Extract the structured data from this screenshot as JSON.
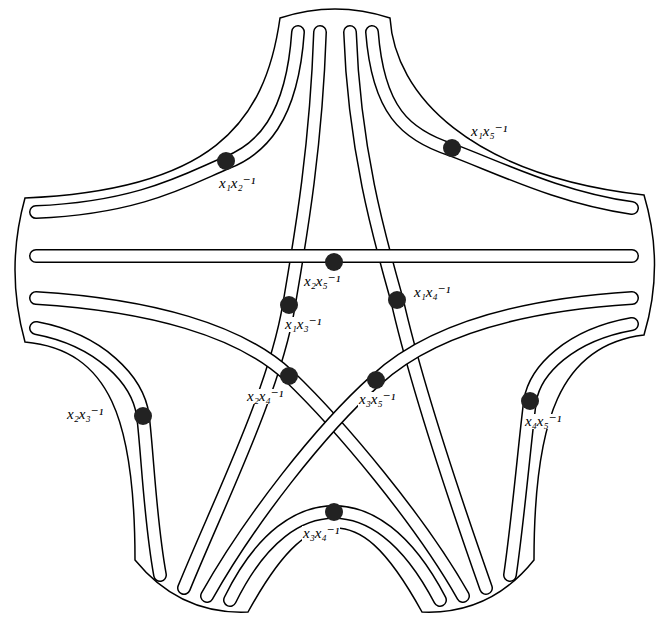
{
  "diagram": {
    "labels": [
      "x₁x₅⁻¹",
      "x₁x₂⁻¹",
      "x₂x₅⁻¹",
      "x₁x₄⁻¹",
      "x₁x₃⁻¹",
      "x₂x₄⁻¹",
      "x₃x₅⁻¹",
      "x₂x₃⁻¹",
      "x₄x₅⁻¹",
      "x₃x₄⁻¹"
    ]
  }
}
